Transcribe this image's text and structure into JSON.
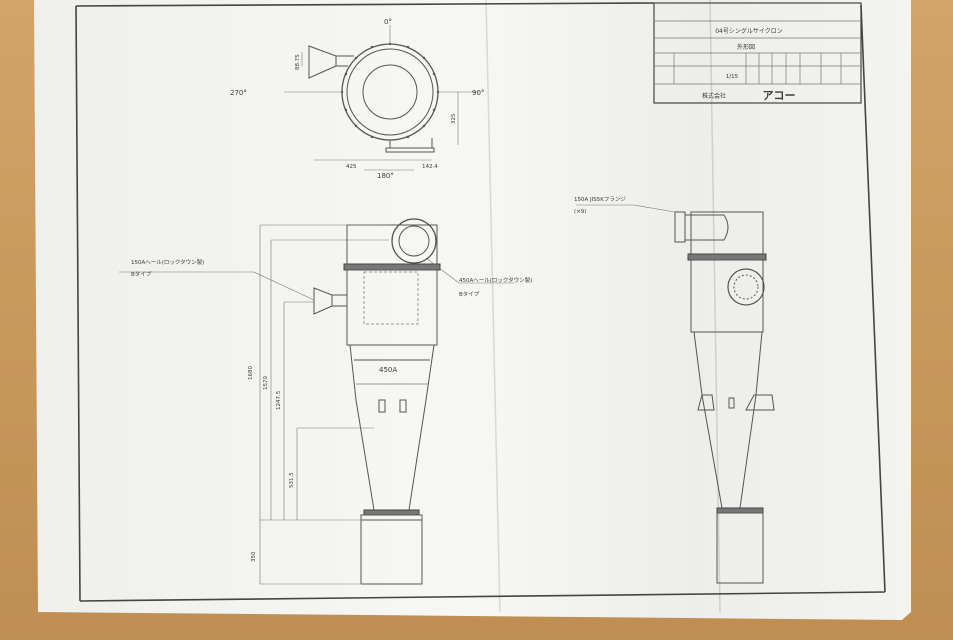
{
  "title_block": {
    "product_name": "04号シングルサイクロン",
    "drawing_type": "外形図",
    "scale_value": "1/15",
    "company": "株式会社",
    "company_brand": "アコー"
  },
  "plan_view": {
    "dim_top": "0°",
    "dim_left": "270°",
    "dim_right": "90°",
    "dim_bottom": "180°",
    "dim_vertical_small": "88.75",
    "dim_vertical_right": "325",
    "dim_width": "425",
    "dim_offset": "142.4"
  },
  "front_view": {
    "inlet_label": "150Aヘール(ロックタウン製)",
    "inlet_type": "Bタイプ",
    "outlet_label": "450Aヘール(ロックタウン製)",
    "outlet_type": "Bタイプ",
    "diameter_label": "450A",
    "heights": [
      "1680",
      "1570",
      "1247.5",
      "531.5",
      "350"
    ]
  },
  "side_view": {
    "flange_label": "150A JIS5Kフランジ",
    "flange_note": "(×9)"
  },
  "colors": {
    "line": "#555555",
    "paper": "#f4f4f1",
    "frame": "#444444"
  }
}
